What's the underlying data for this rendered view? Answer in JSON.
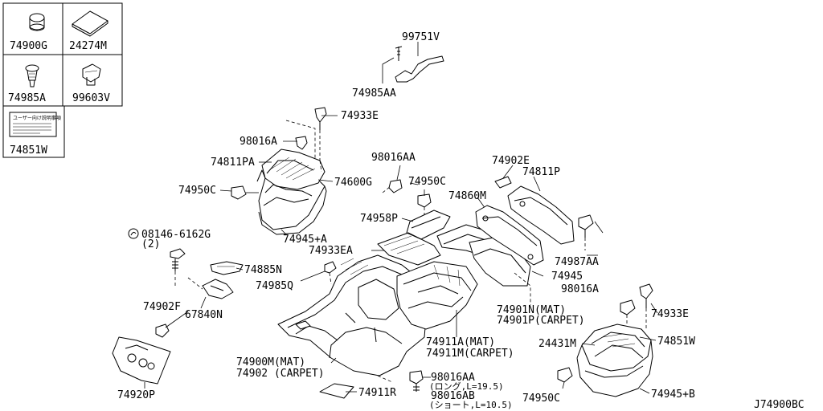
{
  "legend": {
    "cells": [
      {
        "code": "74900G"
      },
      {
        "code": "24274M"
      },
      {
        "code": "74985A"
      },
      {
        "code": "99603V"
      },
      {
        "code": "74851W"
      }
    ],
    "label_sheet_text": "ユーザー向け説明事項"
  },
  "callouts": {
    "c99751V": "99751V",
    "c74985AA": "74985AA",
    "c74933E_top": "74933E",
    "c98016A_top": "98016A",
    "c74811PA": "74811PA",
    "c74600G": "74600G",
    "c74950C_left": "74950C",
    "c74945A": "74945+A",
    "c98016AA_mid": "98016AA",
    "c74950C_mid": "74950C",
    "c74902E": "74902E",
    "c74811P": "74811P",
    "c74860M": "74860M",
    "c74958P": "74958P",
    "c08146": "08146-6162G",
    "c08146_qty": "(2)",
    "c74933EA": "74933EA",
    "c74885N": "74885N",
    "c74985Q": "74985Q",
    "c67840N": "67840N",
    "c74987AA": "74987AA",
    "c74945": "74945",
    "c74902F": "74902F",
    "c74901N": "74901N(MAT)",
    "c74901P": "74901P(CARPET)",
    "c98016A_right": "98016A",
    "c74933E_right": "74933E",
    "c74851W": "74851W",
    "c24431M": "24431M",
    "c74911A": "74911A(MAT)",
    "c74911M": "74911M(CARPET)",
    "c74900M": "74900M(MAT)",
    "c74902": "74902  (CARPET)",
    "c74911R": "74911R",
    "c98016AA_bot": "98016AA",
    "c98016AA_long": "(ロング,L=19.5)",
    "c98016AB": "98016AB",
    "c98016AB_short": "(ショート,L=10.5)",
    "c74950C_bot": "74950C",
    "c74945B": "74945+B",
    "c74920P": "74920P"
  },
  "footer": {
    "diagram_code": "J74900BC"
  }
}
